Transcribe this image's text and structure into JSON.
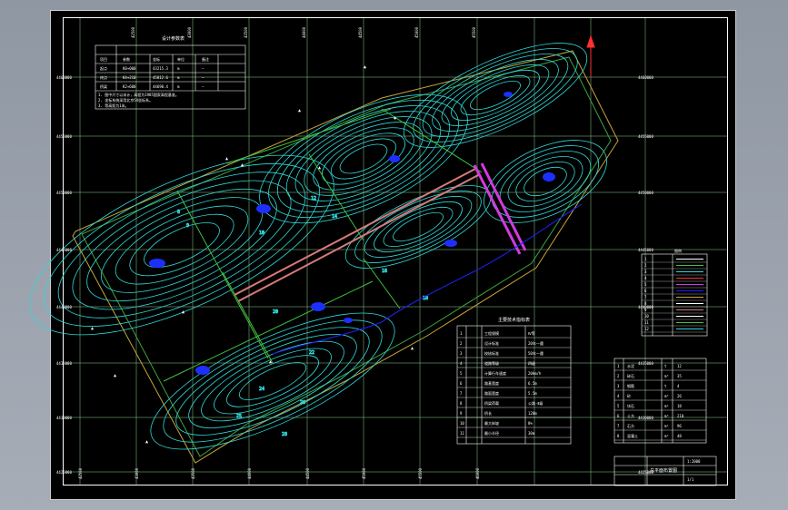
{
  "drawing": {
    "background": "#000000",
    "grid_color": "#8fd18f",
    "contour_color": "#2fd9d9",
    "boundary_color": "#c8a436",
    "road_color": "#d87a7a",
    "bridge_color": "#d33adf",
    "stream_color": "#2020ff",
    "north_color": "#ff3030"
  },
  "coords": {
    "left": [
      "4460000",
      "4455000",
      "4450000",
      "4445000",
      "4440000",
      "4435000",
      "4430000",
      "4425000"
    ],
    "top": [
      "42500",
      "43000",
      "43500",
      "44000",
      "44500",
      "45000",
      "45500"
    ],
    "right": [
      "4460000",
      "4455000",
      "4450000",
      "4445000",
      "4440000",
      "4435000",
      "4430000",
      "4425000"
    ],
    "bottom": [
      "42500",
      "43000",
      "43500",
      "44000",
      "44500",
      "45000",
      "45500",
      "46000"
    ]
  },
  "contours": {
    "labels": [
      "8",
      "9",
      "10",
      "12",
      "14",
      "16",
      "18",
      "20",
      "22",
      "24",
      "25",
      "26",
      "28"
    ]
  },
  "top_table": {
    "title": "设计参数表",
    "headers": [
      "项目",
      "参数",
      "坐标",
      "单位",
      "备注"
    ],
    "rows": [
      [
        "起点",
        "K0+000",
        "43215.3",
        "m",
        "—"
      ],
      [
        "终点",
        "K4+210",
        "45812.6",
        "m",
        "—"
      ],
      [
        "桥梁",
        "K2+600",
        "44690.4",
        "m",
        "—"
      ]
    ],
    "notes": [
      "1. 图中尺寸以米计，高程为1985国家高程基准。",
      "2. 坐标系统采用北京54坐标系。",
      "3. 等高距为1米。"
    ]
  },
  "legend_table": {
    "title": "图例",
    "rows": [
      "1",
      "2",
      "3",
      "4",
      "5",
      "6",
      "7",
      "8",
      "9",
      "10",
      "11",
      "12"
    ]
  },
  "spec_table": {
    "title": "主要技术指标表",
    "rows": [
      [
        "1",
        "工程规模",
        "Ⅳ等"
      ],
      [
        "2",
        "设计标准",
        "20年一遇"
      ],
      [
        "3",
        "校核标准",
        "50年一遇"
      ],
      [
        "4",
        "道路等级",
        "四级"
      ],
      [
        "5",
        "计算行车速度",
        "20km/h"
      ],
      [
        "6",
        "路基宽度",
        "6.5m"
      ],
      [
        "7",
        "路面宽度",
        "5.5m"
      ],
      [
        "8",
        "桥梁荷载",
        "公路-Ⅱ级"
      ],
      [
        "9",
        "桥长",
        "120m"
      ],
      [
        "10",
        "最大纵坡",
        "8%"
      ],
      [
        "11",
        "最小半径",
        "30m"
      ]
    ]
  },
  "material_table": {
    "rows": [
      [
        "1",
        "水泥",
        "t",
        "12"
      ],
      [
        "2",
        "碎石",
        "m³",
        "35"
      ],
      [
        "3",
        "钢筋",
        "t",
        "4"
      ],
      [
        "4",
        "砂",
        "m³",
        "26"
      ],
      [
        "5",
        "块石",
        "m³",
        "18"
      ],
      [
        "6",
        "土方",
        "m³",
        "210"
      ],
      [
        "7",
        "石方",
        "m³",
        "96"
      ],
      [
        "8",
        "混凝土",
        "m³",
        "48"
      ]
    ]
  },
  "title_block": {
    "drawing_name": "总平面布置图",
    "sheet": "1/1",
    "scale": "1:2000"
  }
}
